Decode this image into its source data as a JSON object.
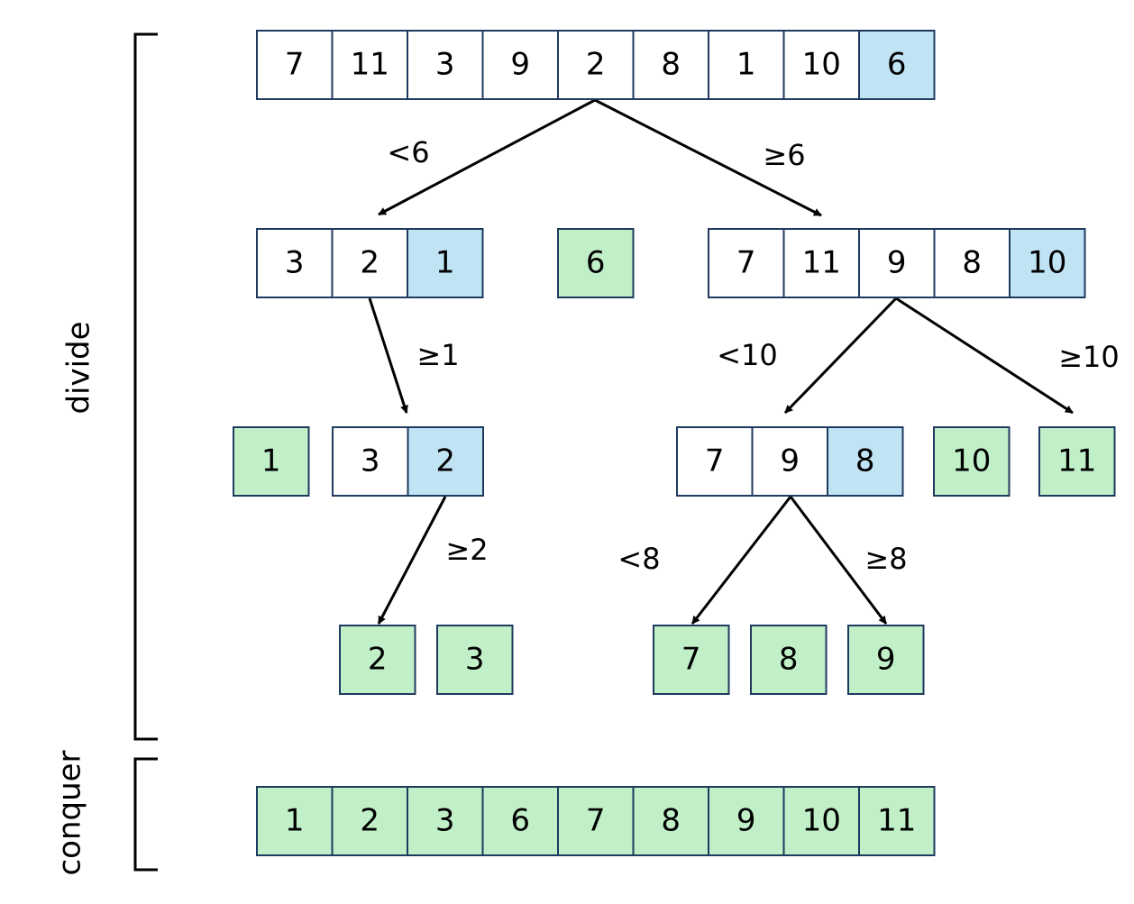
{
  "colors": {
    "default_fill": "#ffffff",
    "pivot_fill": "#c1e4f5",
    "done_fill": "#c1f0c8",
    "stroke": "#1f3a5f",
    "line": "#000000"
  },
  "phases": {
    "divide_label": "divide",
    "conquer_label": "conquer"
  },
  "arrays": [
    {
      "id": "root",
      "cells": [
        {
          "v": "7",
          "s": "default"
        },
        {
          "v": "11",
          "s": "default"
        },
        {
          "v": "3",
          "s": "default"
        },
        {
          "v": "9",
          "s": "default"
        },
        {
          "v": "2",
          "s": "default"
        },
        {
          "v": "8",
          "s": "default"
        },
        {
          "v": "1",
          "s": "default"
        },
        {
          "v": "10",
          "s": "default"
        },
        {
          "v": "6",
          "s": "pivot"
        }
      ]
    },
    {
      "id": "left-1",
      "cells": [
        {
          "v": "3",
          "s": "default"
        },
        {
          "v": "2",
          "s": "default"
        },
        {
          "v": "1",
          "s": "pivot"
        }
      ]
    },
    {
      "id": "pivot-6",
      "cells": [
        {
          "v": "6",
          "s": "done"
        }
      ]
    },
    {
      "id": "right-1",
      "cells": [
        {
          "v": "7",
          "s": "default"
        },
        {
          "v": "11",
          "s": "default"
        },
        {
          "v": "9",
          "s": "default"
        },
        {
          "v": "8",
          "s": "default"
        },
        {
          "v": "10",
          "s": "pivot"
        }
      ]
    },
    {
      "id": "done-1",
      "cells": [
        {
          "v": "1",
          "s": "done"
        }
      ]
    },
    {
      "id": "left-2",
      "cells": [
        {
          "v": "3",
          "s": "default"
        },
        {
          "v": "2",
          "s": "pivot"
        }
      ]
    },
    {
      "id": "right-2",
      "cells": [
        {
          "v": "7",
          "s": "default"
        },
        {
          "v": "9",
          "s": "default"
        },
        {
          "v": "8",
          "s": "pivot"
        }
      ]
    },
    {
      "id": "done-10",
      "cells": [
        {
          "v": "10",
          "s": "done"
        }
      ]
    },
    {
      "id": "done-11",
      "cells": [
        {
          "v": "11",
          "s": "done"
        }
      ]
    },
    {
      "id": "done-2",
      "cells": [
        {
          "v": "2",
          "s": "done"
        }
      ]
    },
    {
      "id": "done-3",
      "cells": [
        {
          "v": "3",
          "s": "done"
        }
      ]
    },
    {
      "id": "done-7",
      "cells": [
        {
          "v": "7",
          "s": "done"
        }
      ]
    },
    {
      "id": "done-8",
      "cells": [
        {
          "v": "8",
          "s": "done"
        }
      ]
    },
    {
      "id": "done-9",
      "cells": [
        {
          "v": "9",
          "s": "done"
        }
      ]
    },
    {
      "id": "sorted",
      "cells": [
        {
          "v": "1",
          "s": "done"
        },
        {
          "v": "2",
          "s": "done"
        },
        {
          "v": "3",
          "s": "done"
        },
        {
          "v": "6",
          "s": "done"
        },
        {
          "v": "7",
          "s": "done"
        },
        {
          "v": "8",
          "s": "done"
        },
        {
          "v": "9",
          "s": "done"
        },
        {
          "v": "10",
          "s": "done"
        },
        {
          "v": "11",
          "s": "done"
        }
      ]
    }
  ],
  "edges": [
    {
      "id": "root-left",
      "label": "<6"
    },
    {
      "id": "root-right",
      "label": "≥6"
    },
    {
      "id": "left1-left2",
      "label": "≥1"
    },
    {
      "id": "right1-right2",
      "label": "<10"
    },
    {
      "id": "right1-done11",
      "label": "≥10"
    },
    {
      "id": "left2-done2",
      "label": "≥2"
    },
    {
      "id": "right2-done7",
      "label": "<8"
    },
    {
      "id": "right2-done9",
      "label": "≥8"
    }
  ]
}
